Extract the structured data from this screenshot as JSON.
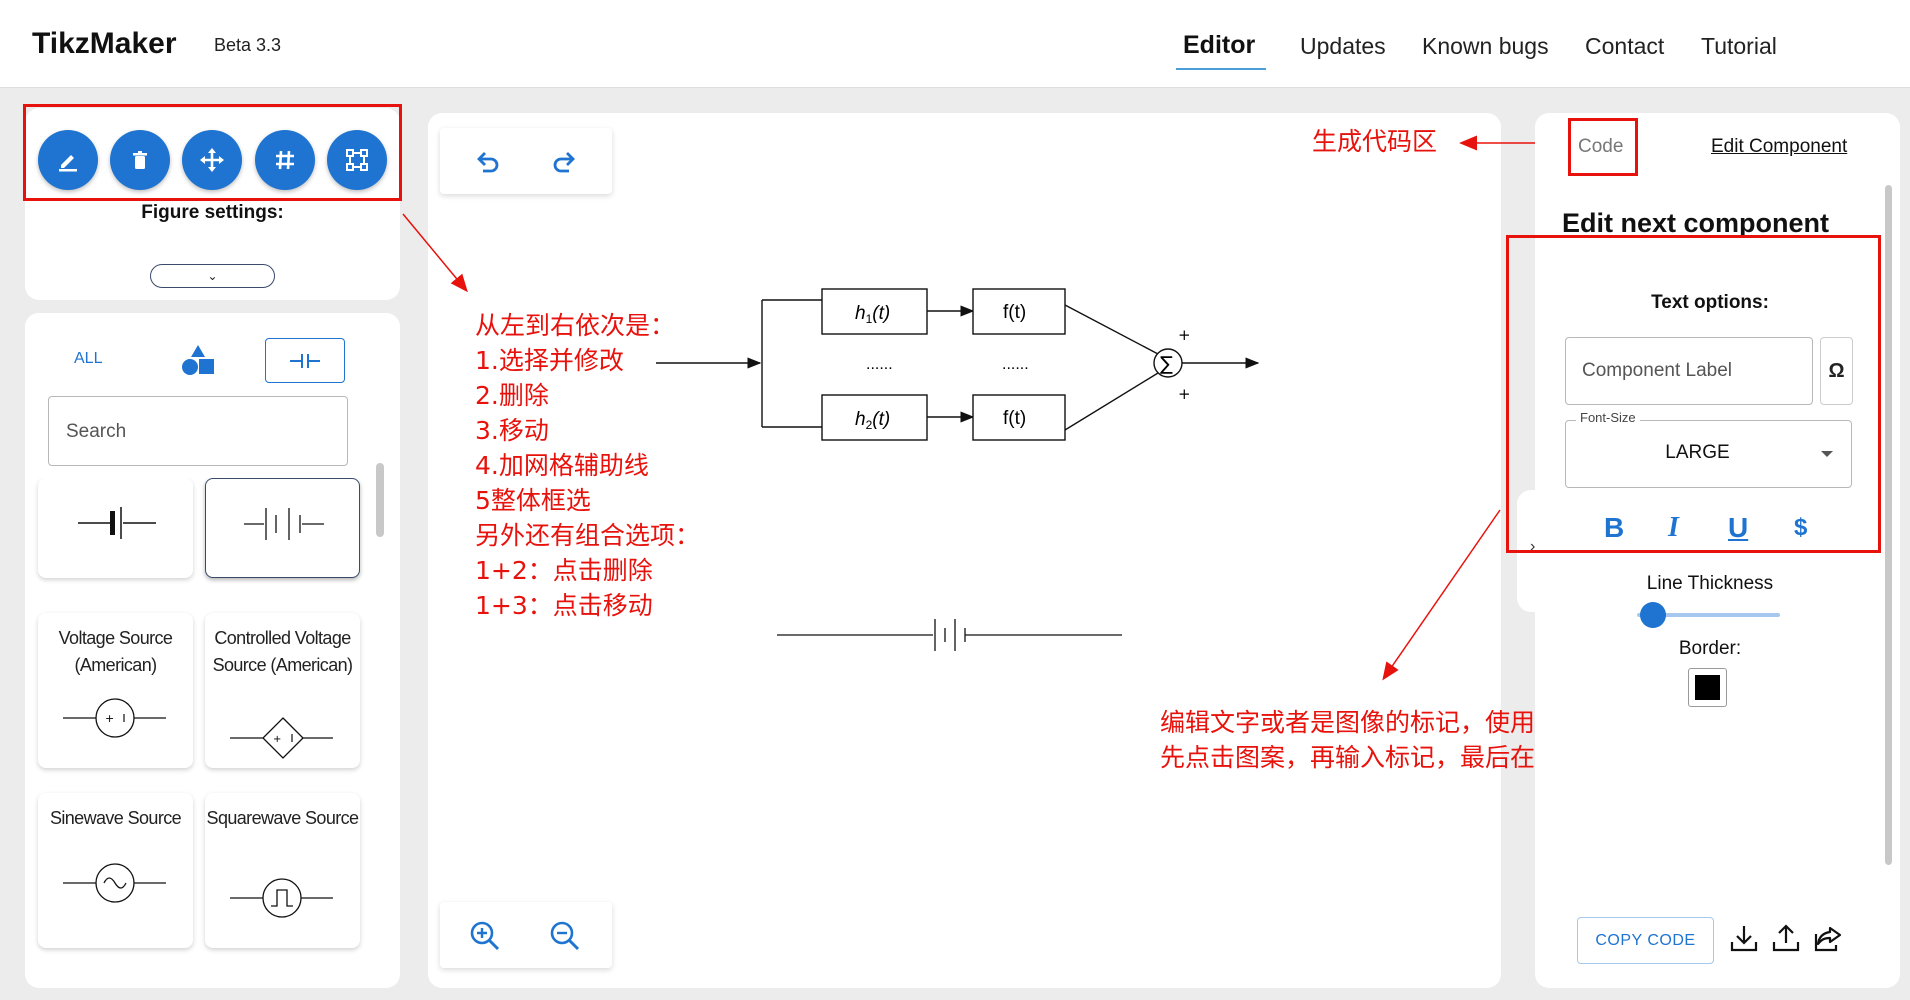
{
  "header": {
    "brand": "TikzMaker",
    "version": "Beta 3.3",
    "nav": [
      "Editor",
      "Updates",
      "Known bugs",
      "Contact",
      "Tutorial"
    ],
    "active_nav": "Editor"
  },
  "toolbar": {
    "tools": [
      "edit-icon",
      "delete-icon",
      "move-icon",
      "grid-icon",
      "select-all-icon"
    ],
    "figure_settings_label": "Figure settings:",
    "figure_settings_dropdown": "⌄"
  },
  "components": {
    "tabs": {
      "all": "ALL",
      "shapes": "shapes-icon",
      "circuit": "circuit-icon"
    },
    "search_placeholder": "Search",
    "items": [
      {
        "label": ""
      },
      {
        "label": ""
      },
      {
        "label": "Voltage Source (American)"
      },
      {
        "label": "Controlled Voltage Source (American)"
      },
      {
        "label": "Sinewave Source"
      },
      {
        "label": "Squarewave Source"
      }
    ]
  },
  "canvas": {
    "diagram_labels": {
      "h1": "h",
      "h1_sub": "1",
      "h1_arg": "(t)",
      "h2": "h",
      "h2_sub": "2",
      "h2_arg": "(t)",
      "f_top": "f(t)",
      "f_bottom": "f(t)",
      "dots_left": "......",
      "dots_right": "......",
      "sigma": "∑",
      "plus_top": "+",
      "plus_bottom": "+"
    },
    "annotation_tools": [
      "从左到右依次是：",
      "1.选择并修改",
      "2.删除",
      "3.移动",
      "4.加网格辅助线",
      "5整体框选",
      "另外还有组合选项：",
      "1+2：点击删除",
      "1+3：点击移动"
    ],
    "annotation_code": "生成代码区",
    "annotation_edit": [
      "编辑文字或者是图像的标记，使用步骤为：",
      "先点击图案，再输入标记，最后在图上部署"
    ]
  },
  "right_panel": {
    "tab_code": "Code",
    "tab_edit": "Edit Component",
    "heading": "Edit next component",
    "text_options_label": "Text options:",
    "label_placeholder": "Component Label",
    "omega": "Ω",
    "font_size_legend": "Font-Size",
    "font_size_value": "LARGE",
    "format_buttons": [
      "B",
      "I",
      "U",
      "$"
    ],
    "side_tab_glyph": "›",
    "line_thickness_label": "Line Thickness",
    "line_thickness_value": 0.1,
    "border_label": "Border:",
    "border_color": "#000000",
    "copy_code": "COPY CODE",
    "actions": [
      "download-icon",
      "upload-icon",
      "share-icon"
    ]
  },
  "colors": {
    "accent": "#1e74d0",
    "annotation": "#e8120c"
  }
}
